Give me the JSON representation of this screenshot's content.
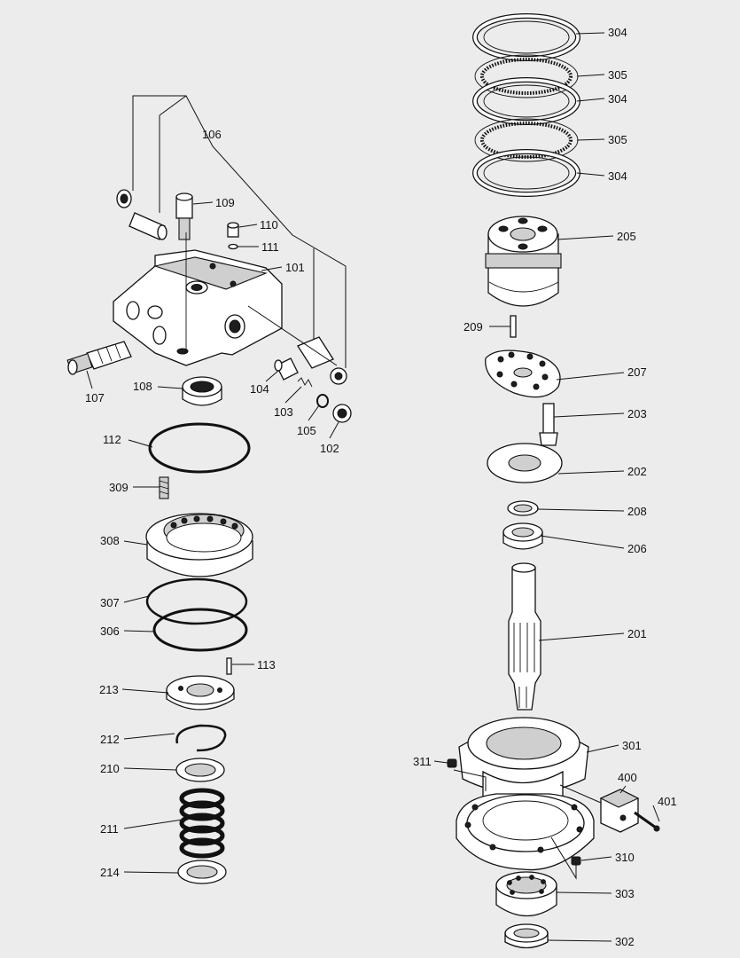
{
  "labels": [
    {
      "id": "304a",
      "text": "304"
    },
    {
      "id": "305a",
      "text": "305"
    },
    {
      "id": "304b",
      "text": "304"
    },
    {
      "id": "305b",
      "text": "305"
    },
    {
      "id": "304c",
      "text": "304"
    },
    {
      "id": "106",
      "text": "106"
    },
    {
      "id": "109",
      "text": "109"
    },
    {
      "id": "110",
      "text": "110"
    },
    {
      "id": "111",
      "text": "111"
    },
    {
      "id": "101",
      "text": "101"
    },
    {
      "id": "205",
      "text": "205"
    },
    {
      "id": "209",
      "text": "209"
    },
    {
      "id": "207",
      "text": "207"
    },
    {
      "id": "203",
      "text": "203"
    },
    {
      "id": "107",
      "text": "107"
    },
    {
      "id": "108",
      "text": "108"
    },
    {
      "id": "104",
      "text": "104"
    },
    {
      "id": "103",
      "text": "103"
    },
    {
      "id": "105",
      "text": "105"
    },
    {
      "id": "102",
      "text": "102"
    },
    {
      "id": "112",
      "text": "112"
    },
    {
      "id": "202",
      "text": "202"
    },
    {
      "id": "309",
      "text": "309"
    },
    {
      "id": "208",
      "text": "208"
    },
    {
      "id": "308",
      "text": "308"
    },
    {
      "id": "206",
      "text": "206"
    },
    {
      "id": "307",
      "text": "307"
    },
    {
      "id": "306",
      "text": "306"
    },
    {
      "id": "201",
      "text": "201"
    },
    {
      "id": "113",
      "text": "113"
    },
    {
      "id": "213",
      "text": "213"
    },
    {
      "id": "212",
      "text": "212"
    },
    {
      "id": "301",
      "text": "301"
    },
    {
      "id": "210",
      "text": "210"
    },
    {
      "id": "311",
      "text": "311"
    },
    {
      "id": "400",
      "text": "400"
    },
    {
      "id": "401",
      "text": "401"
    },
    {
      "id": "211",
      "text": "211"
    },
    {
      "id": "310",
      "text": "310"
    },
    {
      "id": "214",
      "text": "214"
    },
    {
      "id": "303",
      "text": "303"
    },
    {
      "id": "302",
      "text": "302"
    }
  ]
}
